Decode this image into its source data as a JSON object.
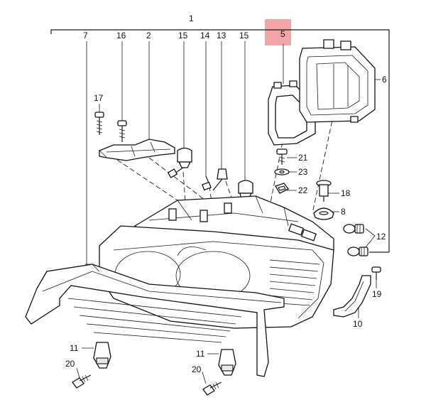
{
  "diagram": {
    "highlight_color": "#f4a6a6",
    "labels": {
      "l1": "1",
      "l2": "2",
      "l5": "5",
      "l6": "6",
      "l7": "7",
      "l8": "8",
      "l10": "10",
      "l11a": "11",
      "l11b": "11",
      "l12": "12",
      "l13": "13",
      "l14": "14",
      "l15a": "15",
      "l15b": "15",
      "l16": "16",
      "l17": "17",
      "l18": "18",
      "l19": "19",
      "l20a": "20",
      "l20b": "20",
      "l21": "21",
      "l22": "22",
      "l23": "23"
    }
  }
}
